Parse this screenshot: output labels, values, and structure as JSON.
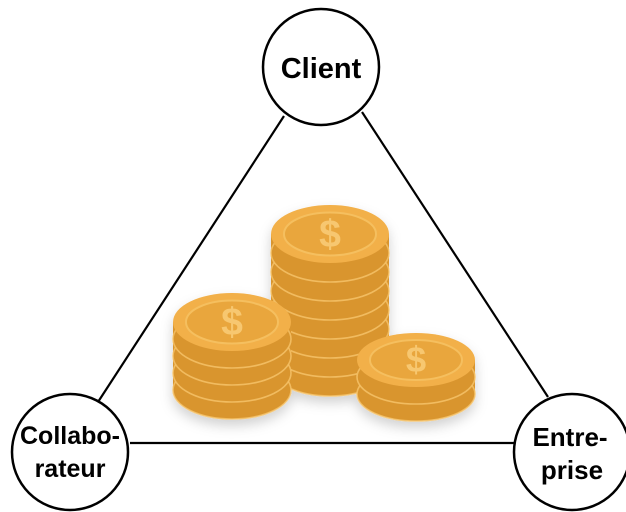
{
  "nodes": {
    "client": {
      "label": "Client"
    },
    "collaborateur": {
      "line1": "Collabo-",
      "line2": "rateur"
    },
    "entreprise": {
      "line1": "Entre-",
      "line2": "prise"
    }
  },
  "center": {
    "icon": "coin-stacks-icon",
    "coin_symbol": "$"
  },
  "colors": {
    "stroke": "#000000",
    "coin_edge": "#d9952f",
    "coin_top": "#f2b04a",
    "coin_face": "#e9a63c",
    "coin_symbol": "#f7c770"
  }
}
